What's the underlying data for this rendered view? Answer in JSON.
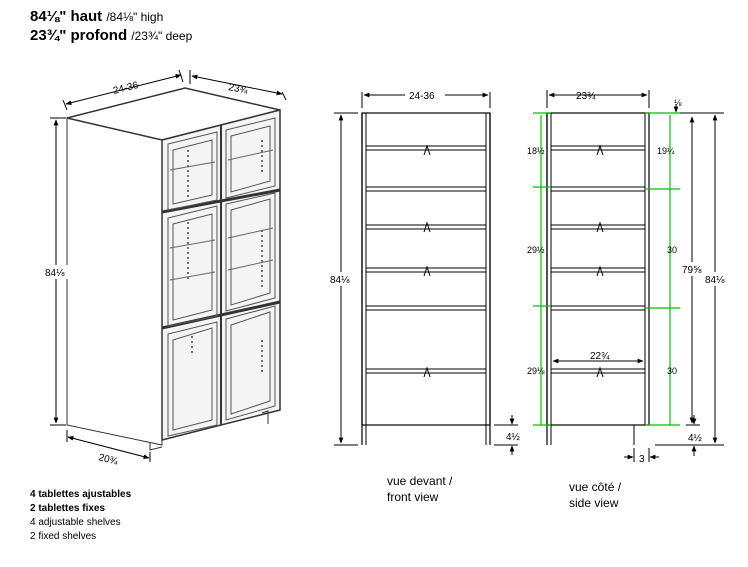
{
  "header": {
    "height_fr": "84⅛\" haut",
    "height_en": "/84⅛\" high",
    "depth_fr": "23¾\" profond",
    "depth_en": "/23¾\" deep"
  },
  "notes": {
    "line1": "4 tablettes ajustables",
    "line2": "2 tablettes fixes",
    "line3": "4 adjustable shelves",
    "line4": "2 fixed shelves"
  },
  "iso": {
    "width_dim": "24-36",
    "depth_dim": "23¾",
    "height_dim": "84⅛",
    "bottom_dim": "20¾"
  },
  "front_view": {
    "width_dim": "24-36",
    "height_dim": "84⅛",
    "kick_dim": "4½",
    "caption_fr": "vue devant /",
    "caption_en": "front view"
  },
  "side_view": {
    "width_dim": "23¾",
    "top_dim": "⅛",
    "gap1_left": "18½",
    "gap1_right": "19¼",
    "gap2_left": "29½",
    "gap2_right": "30",
    "gap3_left": "29⅛",
    "gap3_right": "30",
    "inner_height": "79⅝",
    "total_height": "84⅛",
    "shelf_depth": "22¾",
    "kick_dim": "4½",
    "setback_dim": "3",
    "caption_fr": "vue côté /",
    "caption_en": "side view"
  },
  "colors": {
    "line": "#000000",
    "cabinet": "#3a3a3a",
    "dimension_green": "#00c000",
    "door_frame": "#5a5a5a"
  }
}
